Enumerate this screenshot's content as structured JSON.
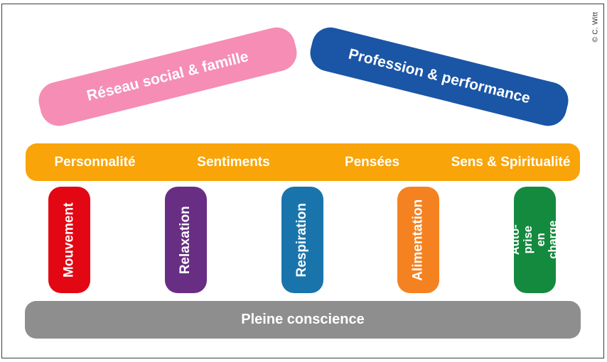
{
  "credit": "© C. Witt",
  "colors": {
    "roof_left": "#F58DB4",
    "roof_right": "#1A55A6",
    "crossbar": "#F9A408",
    "pillar_mouvement": "#E30613",
    "pillar_relaxation": "#682E84",
    "pillar_respiration": "#1974AC",
    "pillar_alimentation": "#F58220",
    "pillar_autoprise": "#148A3F",
    "base": "#8E8E8E",
    "frame_border": "#3E3E3E",
    "text_on_color": "#FFFFFF"
  },
  "roof": {
    "left_label": "Réseau social & famille",
    "right_label": "Profession & performance"
  },
  "crossbar": {
    "items": [
      {
        "label": "Personnalité"
      },
      {
        "label": "Sentiments"
      },
      {
        "label": "Pensées"
      },
      {
        "label": "Sens & Spiritualité"
      }
    ]
  },
  "pillars": [
    {
      "label": "Mouvement"
    },
    {
      "label": "Relaxation"
    },
    {
      "label": "Respiration"
    },
    {
      "label": "Alimentation"
    },
    {
      "label": "Auto-prise en\ncharge"
    }
  ],
  "base": {
    "label": "Pleine conscience"
  }
}
